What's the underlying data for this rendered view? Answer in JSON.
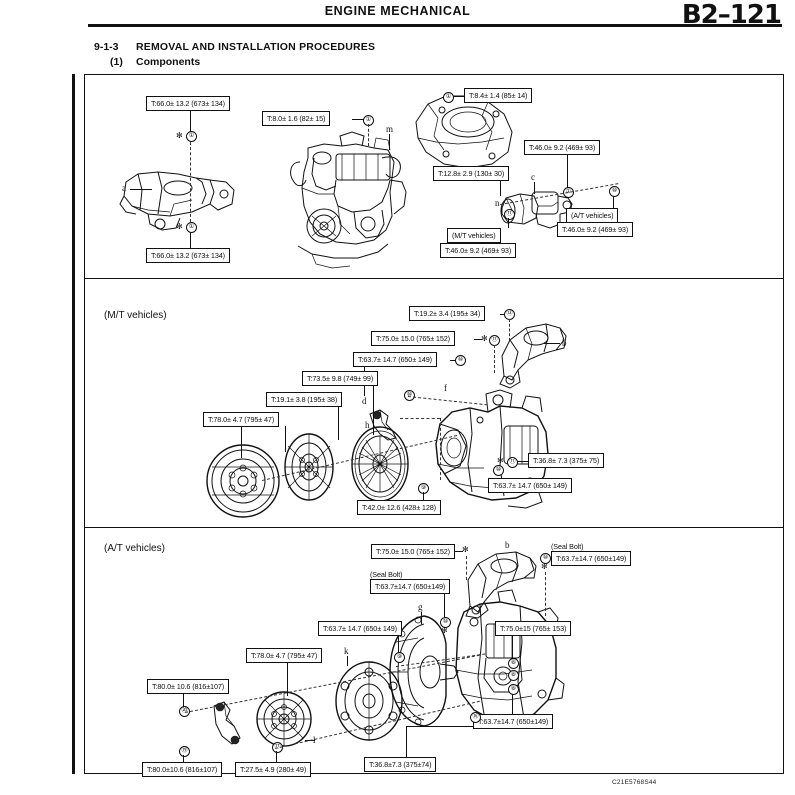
{
  "header": {
    "title": "ENGINE MECHANICAL",
    "page_code": "B2–121"
  },
  "section": {
    "number": "9-1-3",
    "title": "REMOVAL AND INSTALLATION PROCEDURES",
    "sub_number": "(1)",
    "sub_title": "Components"
  },
  "panels": {
    "mt_label": "(M/T vehicles)",
    "at_label": "(A/T vehicles)"
  },
  "top_panel": {
    "callouts": [
      {
        "id": "t1",
        "text": "T:66.0± 13.2 (673± 134)"
      },
      {
        "id": "t2",
        "text": "T:66.0± 13.2 (673± 134)"
      },
      {
        "id": "t3",
        "text": "T:8.0± 1.6 (82± 15)"
      },
      {
        "id": "t4",
        "text": "T:8.4± 1.4 (85± 14)"
      },
      {
        "id": "t5",
        "text": "T:46.0± 9.2 (469± 93)"
      },
      {
        "id": "t6",
        "text": "T:12.8± 2.9 (130± 30)"
      },
      {
        "id": "t7",
        "text": "(A/T vehicles)"
      },
      {
        "id": "t8",
        "text": "T:46.0± 9.2 (469± 93)"
      },
      {
        "id": "t9",
        "text": "(M/T vehicles)"
      },
      {
        "id": "t10",
        "text": "T:46.0± 9.2 (469± 93)"
      }
    ],
    "part_letters": [
      "a",
      "m",
      "c",
      "n"
    ]
  },
  "mt_panel": {
    "callouts": [
      {
        "id": "m1",
        "text": "T:19.2± 3.4 (195± 34)"
      },
      {
        "id": "m2",
        "text": "T:75.0± 15.0 (765± 152)"
      },
      {
        "id": "m3",
        "text": "T:63.7± 14.7 (650± 149)"
      },
      {
        "id": "m4",
        "text": "T:73.5± 9.8 (749± 99)"
      },
      {
        "id": "m5",
        "text": "T:19.1± 3.8 (195± 38)"
      },
      {
        "id": "m6",
        "text": "T:78.0± 4.7 (795± 47)"
      },
      {
        "id": "m7",
        "text": "T:42.0± 12.6 (428± 128)"
      },
      {
        "id": "m8",
        "text": "T:36.8± 7.3 (375± 75)"
      },
      {
        "id": "m9",
        "text": "T:63.7± 14.7 (650± 149)"
      }
    ],
    "part_letters": [
      "d",
      "h",
      "f",
      "b"
    ]
  },
  "at_panel": {
    "callouts": [
      {
        "id": "a1",
        "text": "T:75.0± 15.0 (765± 152)"
      },
      {
        "id": "a2",
        "text": "T:63.7±14.7 (650±149)"
      },
      {
        "id": "a3",
        "text": "T:63.7±14.7 (650±149)"
      },
      {
        "id": "a4",
        "text": "T:63.7± 14.7 (650± 149)"
      },
      {
        "id": "a5",
        "text": "T:75.0±15 (765± 153)"
      },
      {
        "id": "a6",
        "text": "T:78.0± 4.7 (795± 47)"
      },
      {
        "id": "a7",
        "text": "T:80.0± 10.6 (816±107)"
      },
      {
        "id": "a8",
        "text": "T:63.7±14.7 (650±149)"
      },
      {
        "id": "a9",
        "text": "T:80.0±10.6 (816±107)"
      },
      {
        "id": "a10",
        "text": "T:27.5± 4.9 (280± 49)"
      },
      {
        "id": "a11",
        "text": "T:36.8±7.3 (375±74)"
      }
    ],
    "notes": [
      {
        "id": "n1",
        "text": "(Seal Bolt)"
      },
      {
        "id": "n2",
        "text": "(Seal Bolt)"
      }
    ],
    "part_letters": [
      "b",
      "g",
      "k",
      "j",
      "l",
      "i"
    ]
  },
  "footer": {
    "code": "C21E5768S44"
  },
  "colors": {
    "ink": "#111111",
    "paper": "#ffffff"
  }
}
